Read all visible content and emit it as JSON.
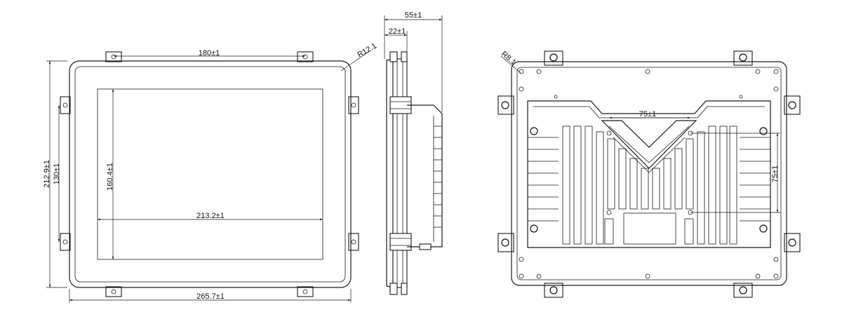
{
  "drawing": {
    "front_view": {
      "dim_top": "180±1",
      "dim_corner_radius": "R12.1",
      "dim_outer_height": "212.9±1",
      "dim_bracket_spacing": "130±1",
      "dim_screen_height": "160.4±1",
      "dim_screen_width": "213.2±1",
      "dim_outer_width": "265.7±1"
    },
    "side_view": {
      "dim_depth": "55±1",
      "dim_front_depth": "22±1"
    },
    "rear_view": {
      "dim_corner_radius": "R8.1",
      "dim_vesa_horizontal": "75±1",
      "dim_vesa_vertical": "75±1"
    }
  }
}
